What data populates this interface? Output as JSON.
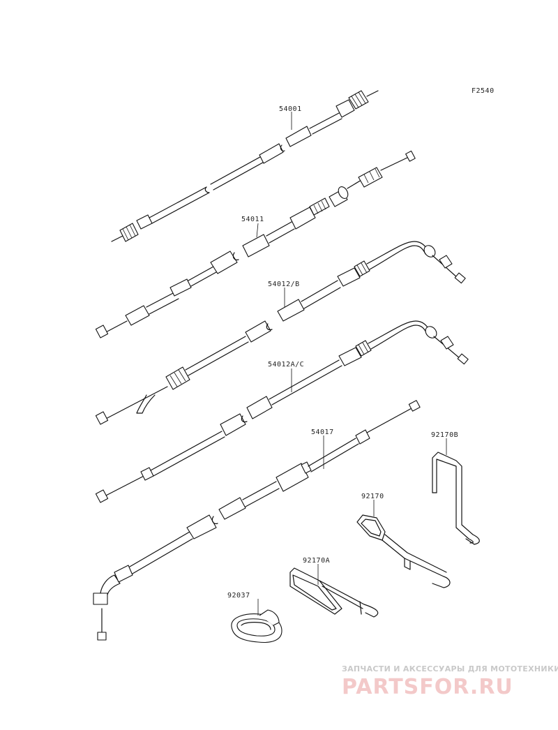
{
  "diagram": {
    "code": "F2540",
    "parts": [
      {
        "id": "speedo_cable",
        "number": "54001"
      },
      {
        "id": "clutch_cable",
        "number": "54011"
      },
      {
        "id": "throttle_cable_b",
        "number": "54012/B"
      },
      {
        "id": "throttle_cable_ac",
        "number": "54012A/C"
      },
      {
        "id": "choke_cable",
        "number": "54017"
      },
      {
        "id": "clamp_b",
        "number": "92170B"
      },
      {
        "id": "clamp",
        "number": "92170"
      },
      {
        "id": "clamp_a",
        "number": "92170A"
      },
      {
        "id": "grommet",
        "number": "92037"
      }
    ]
  },
  "watermark": {
    "tagline": "ЗАПЧАСТИ И АКСЕССУАРЫ ДЛЯ МОТОТЕХНИКИ",
    "logo": "PARTSFOR.RU"
  }
}
